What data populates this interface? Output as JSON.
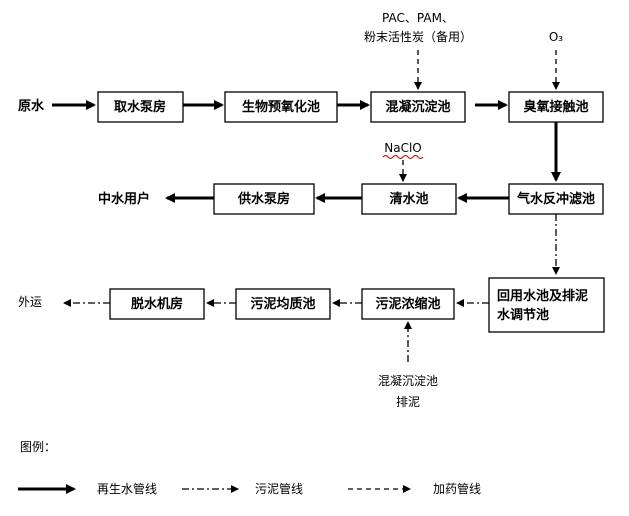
{
  "nodes": {
    "raw_water": "原水",
    "intake_pump": "取水泵房",
    "bio_preox": "生物预氧化池",
    "coag_sed": "混凝沉淀池",
    "ozone": "臭氧接触池",
    "filter": "气水反冲滤池",
    "clear_well": "清水池",
    "supply_pump": "供水泵房",
    "users": "中水用户",
    "recycle_1": "回用水池及排泥",
    "recycle_2": "水调节池",
    "sludge_thick": "污泥浓缩池",
    "sludge_homog": "污泥均质池",
    "dewater": "脱水机房",
    "transport": "外运"
  },
  "labels": {
    "chem_1": "PAC、PAM、",
    "chem_2": "粉末活性炭（备用）",
    "o3": "O₃",
    "naclo": "NaClO",
    "coag_sludge_1": "混凝沉淀池",
    "coag_sludge_2": "排泥"
  },
  "legend": {
    "title": "图例：",
    "water_line": "再生水管线",
    "sludge_line": "污泥管线",
    "dosing_line": "加药管线"
  }
}
